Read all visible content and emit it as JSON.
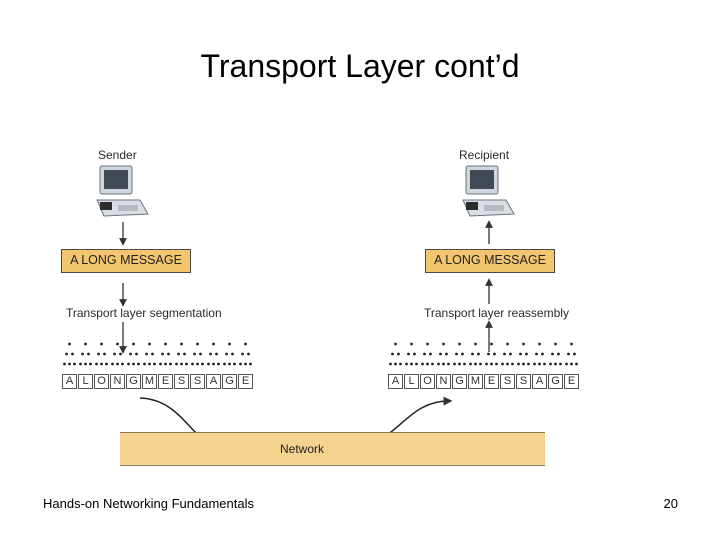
{
  "title": "Transport Layer cont’d",
  "sender_label": "Sender",
  "recipient_label": "Recipient",
  "message_sender": "A LONG MESSAGE",
  "message_recipient": "A LONG MESSAGE",
  "segmentation_label": "Transport layer segmentation",
  "reassembly_label": "Transport layer reassembly",
  "network_label": "Network",
  "segments": [
    "A",
    "L",
    "O",
    "N",
    "G",
    "M",
    "E",
    "S",
    "S",
    "A",
    "G",
    "E"
  ],
  "footer": {
    "course": "Hands-on Networking Fundamentals",
    "page": "20"
  }
}
